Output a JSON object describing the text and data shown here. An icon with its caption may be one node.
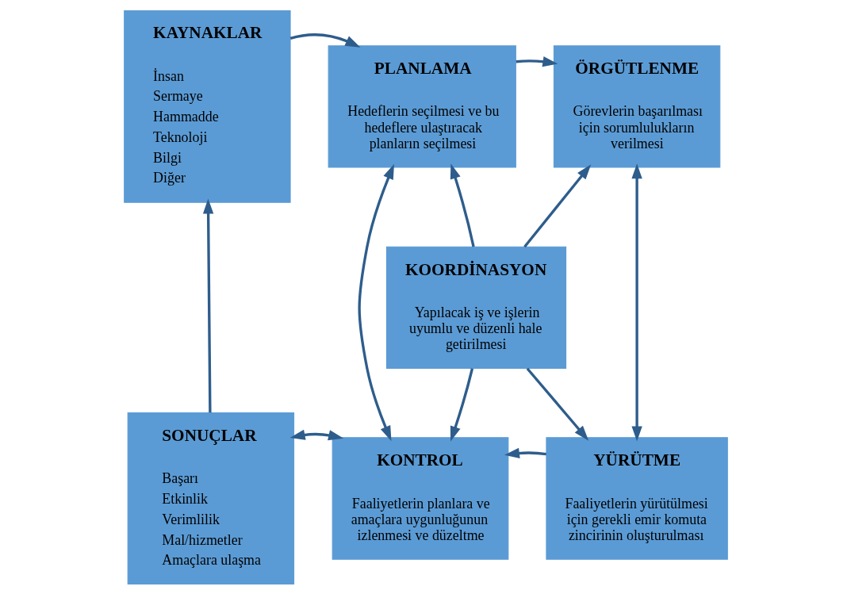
{
  "diagram": {
    "nodes": [
      {
        "text": [
          "KAYNAKLAR",
          "İnsan",
          "Sermaye",
          "Hammadde",
          "Teknoloji",
          "Bilgi",
          "Diğer"
        ]
      },
      {
        "text": [
          "PLANLAMA",
          "Hedeflerin seçilmesi ve bu hedeflere ulaştıracak planların seçilmesi"
        ]
      },
      {
        "text": [
          "ÖRGÜTLENME",
          "Görevlerin başarılması için sorumlulukların verilmesi"
        ]
      },
      {
        "text": [
          "KOORDİNASYON",
          "Yapılacak iş ve işlerin uyumlu ve düzenli hale getirilmesi"
        ]
      },
      {
        "text": [
          "SONUÇLAR",
          "Başarı",
          "Etkinlik",
          "Verimlilik",
          "Mal/hizmetler",
          "Amaçlara ulaşma"
        ]
      },
      {
        "text": [
          "KONTROL",
          "Faaliyetlerin planlara ve amaçlara uygunluğunun izlenmesi ve düzeltme"
        ]
      },
      {
        "text": [
          "YÜRÜTME",
          "Faaliyetlerin yürütülmesi için gerekli emir komuta zincirinin oluşturulması"
        ]
      }
    ],
    "edges": [
      {
        "from": 0,
        "to": 1,
        "arrow": "to"
      },
      {
        "from": 1,
        "to": 2,
        "arrow": "to"
      },
      {
        "from": 3,
        "to": 1,
        "arrow": "to"
      },
      {
        "from": 3,
        "to": 2,
        "arrow": "to"
      },
      {
        "from": 1,
        "to": 5,
        "arrow": "both"
      },
      {
        "from": 2,
        "to": 6,
        "arrow": "both"
      },
      {
        "from": 3,
        "to": 5,
        "arrow": "to"
      },
      {
        "from": 3,
        "to": 6,
        "arrow": "to"
      },
      {
        "from": 6,
        "to": 5,
        "arrow": "to"
      },
      {
        "from": 4,
        "to": 5,
        "arrow": "both"
      },
      {
        "from": 4,
        "to": 0,
        "arrow": "to"
      }
    ]
  }
}
